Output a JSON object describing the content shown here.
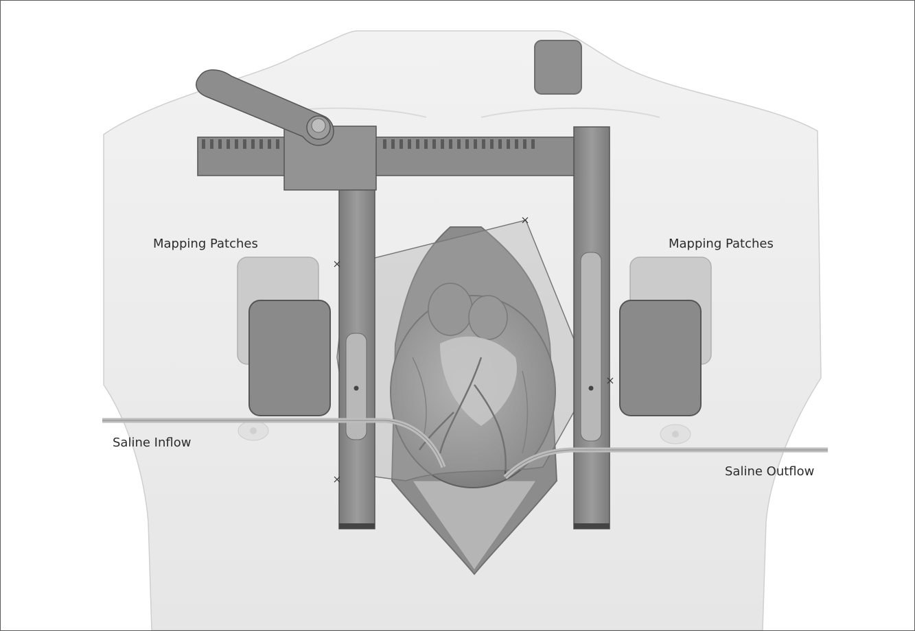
{
  "labels": {
    "mapping_patches_left": "Mapping Patches",
    "mapping_patches_right": "Mapping Patches",
    "saline_inflow": "Saline Inflow",
    "saline_outflow": "Saline Outflow"
  },
  "colors": {
    "skin": "#ededed",
    "skin_shadow": "#d9d9d9",
    "retractor": "#8c8c8c",
    "retractor_dark": "#6e6e6e",
    "patch_dark": "#8a8a8a",
    "patch_light": "#c4c4c4",
    "heart": "#9a9a9a",
    "fat": "#dcdcdc",
    "tube": "#c8c8c8"
  }
}
